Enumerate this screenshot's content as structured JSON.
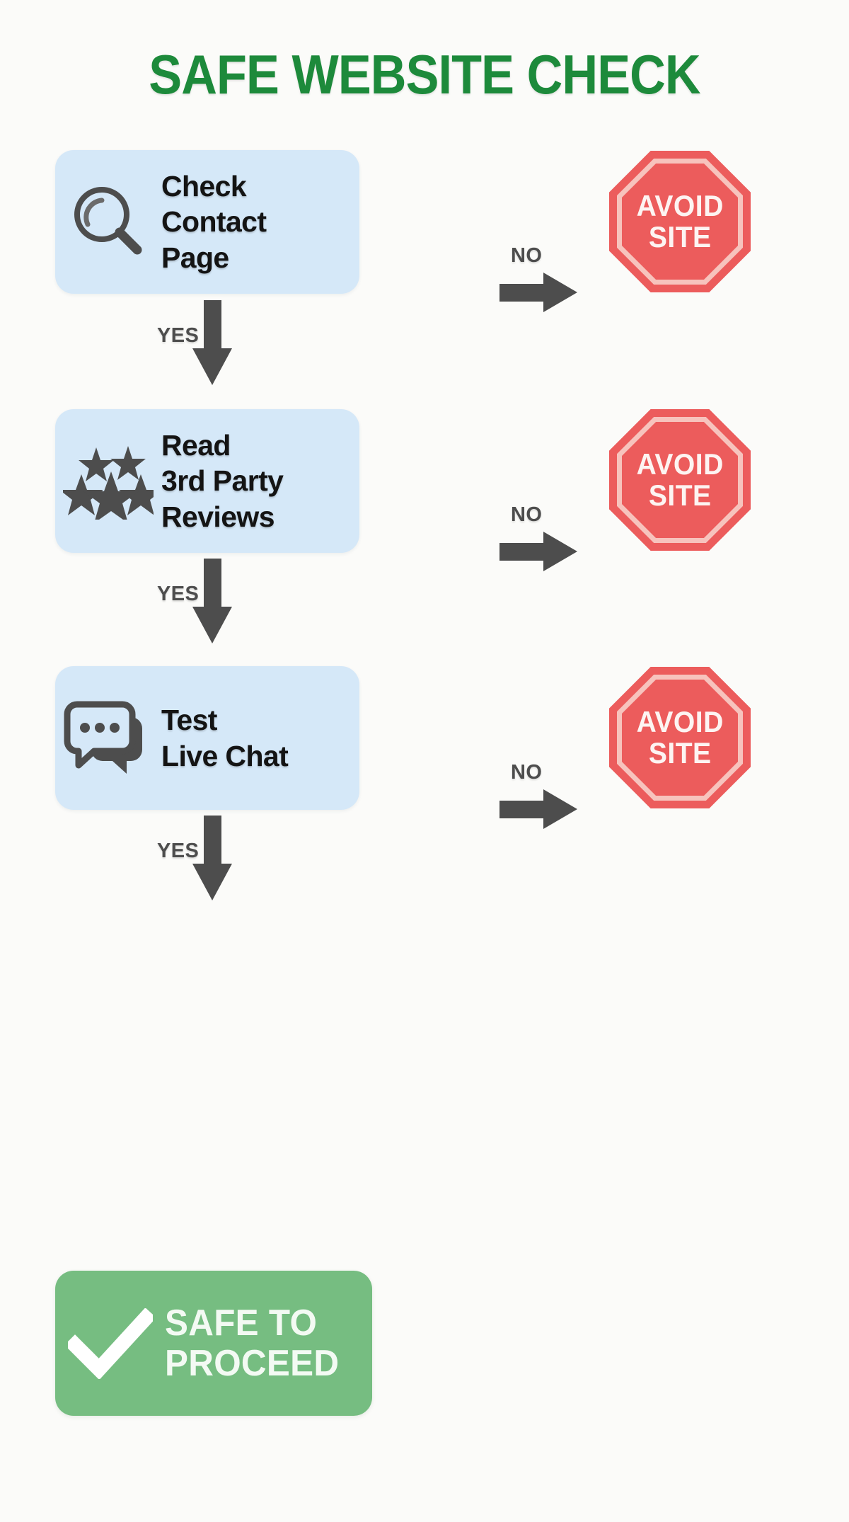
{
  "page": {
    "title": "SAFE WEBSITE CHECK",
    "background_color": "#fbfbf9",
    "title_color": "#1d8a3b"
  },
  "colors": {
    "step_box": "#d5e8f8",
    "step_text": "#141414",
    "arrow": "#4d4d4d",
    "octagon": "#ec5c5c",
    "octagon_ring": "#f7c3bd",
    "octagon_text": "#fdf4f2",
    "final_box": "#76bd81",
    "final_text": "#f3faf3"
  },
  "steps": [
    {
      "id": "check-contact-page",
      "icon": "magnifying-glass-icon",
      "label": "Check\nContact\nPage",
      "no_label": "NO",
      "yes_label": "YES",
      "reject": {
        "label": "AVOID\nSITE",
        "shape": "octagon"
      }
    },
    {
      "id": "read-3rd-party-reviews",
      "icon": "five-stars-icon",
      "label": "Read\n3rd Party\nReviews",
      "no_label": "NO",
      "yes_label": "YES",
      "reject": {
        "label": "AVOID\nSITE",
        "shape": "octagon"
      }
    },
    {
      "id": "test-live-chat",
      "icon": "chat-bubbles-icon",
      "label": "Test\nLive Chat",
      "no_label": "NO",
      "yes_label": "YES",
      "reject": {
        "label": "AVOID\nSITE",
        "shape": "octagon"
      }
    }
  ],
  "outcome": {
    "id": "safe-to-proceed",
    "icon": "checkmark-icon",
    "label": "SAFE TO\nPROCEED"
  }
}
